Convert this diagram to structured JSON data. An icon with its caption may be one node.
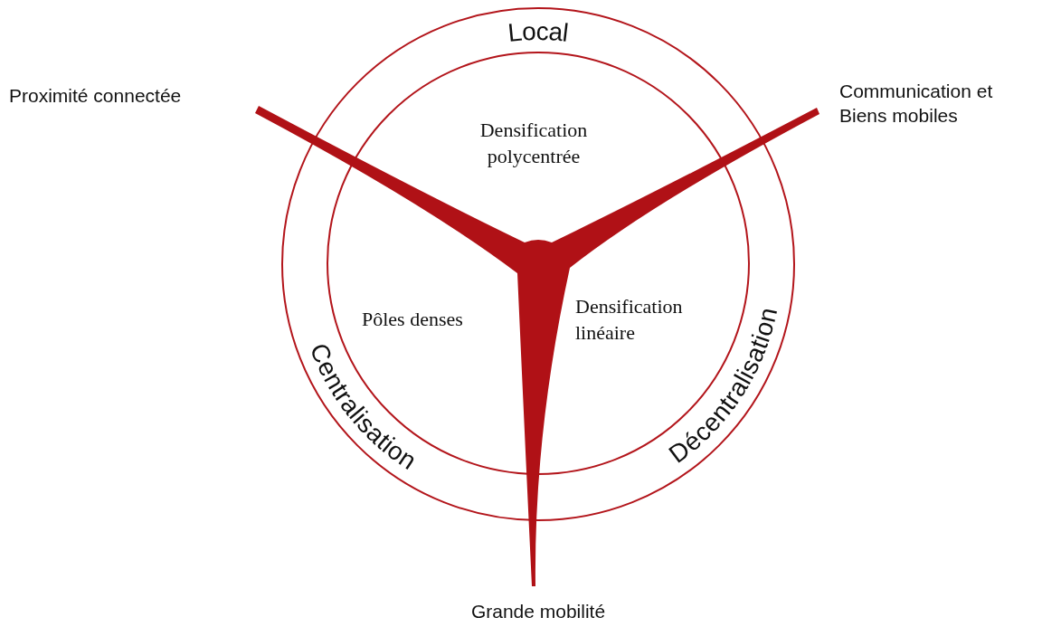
{
  "diagram": {
    "labels": [
      "Local",
      "Proximité connectée",
      "Communication et Biens mobiles",
      "Densification polycentrée",
      "Pôles denses",
      "Densification linéaire",
      "Centralisation",
      "Décentralisation",
      "Grande mobilité"
    ]
  }
}
